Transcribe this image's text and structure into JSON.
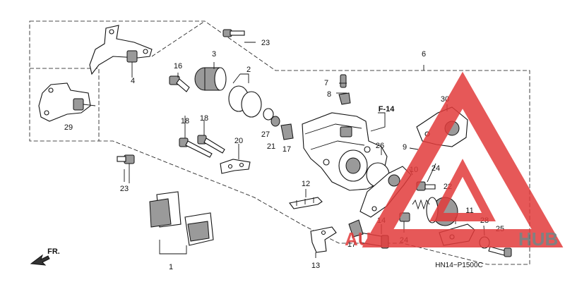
{
  "diagram": {
    "code": "HN14−P1500C",
    "ref_label": "F-14",
    "direction_label": "FR.",
    "callouts": [
      {
        "id": "c1",
        "text": "1"
      },
      {
        "id": "c2",
        "text": "2"
      },
      {
        "id": "c3",
        "text": "3"
      },
      {
        "id": "c4",
        "text": "4"
      },
      {
        "id": "c6",
        "text": "6"
      },
      {
        "id": "c7",
        "text": "7"
      },
      {
        "id": "c8",
        "text": "8"
      },
      {
        "id": "c9",
        "text": "9"
      },
      {
        "id": "c10",
        "text": "10"
      },
      {
        "id": "c11",
        "text": "11"
      },
      {
        "id": "c12",
        "text": "12"
      },
      {
        "id": "c13",
        "text": "13"
      },
      {
        "id": "c14",
        "text": "14"
      },
      {
        "id": "c16",
        "text": "16"
      },
      {
        "id": "c17a",
        "text": "17"
      },
      {
        "id": "c17b",
        "text": "17"
      },
      {
        "id": "c18a",
        "text": "18"
      },
      {
        "id": "c18b",
        "text": "18"
      },
      {
        "id": "c20",
        "text": "20"
      },
      {
        "id": "c21",
        "text": "21"
      },
      {
        "id": "c22",
        "text": "22"
      },
      {
        "id": "c23a",
        "text": "23"
      },
      {
        "id": "c23b",
        "text": "23"
      },
      {
        "id": "c24a",
        "text": "24"
      },
      {
        "id": "c24b",
        "text": "24"
      },
      {
        "id": "c25",
        "text": "25"
      },
      {
        "id": "c26",
        "text": "26"
      },
      {
        "id": "c27",
        "text": "27"
      },
      {
        "id": "c28",
        "text": "28"
      },
      {
        "id": "c29",
        "text": "29"
      },
      {
        "id": "c30",
        "text": "30"
      }
    ]
  },
  "watermark": {
    "left_text": "AUTOM",
    "right_text": "HUB",
    "red": "#e23b3b",
    "grey": "#6a6a6a"
  }
}
